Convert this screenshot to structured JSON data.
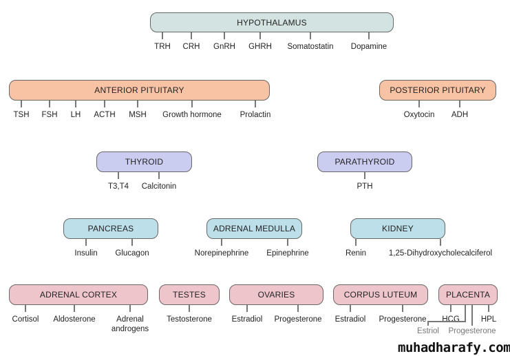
{
  "glands": [
    {
      "name": "HYPOTHALAMUS",
      "color": "#d3e3e1",
      "hormones": [
        "TRH",
        "CRH",
        "GnRH",
        "GHRH",
        "Somatostatin",
        "Dopamine"
      ]
    },
    {
      "name": "ANTERIOR PITUITARY",
      "color": "#f8c2a4",
      "hormones": [
        "TSH",
        "FSH",
        "LH",
        "ACTH",
        "MSH",
        "Growth hormone",
        "Prolactin"
      ]
    },
    {
      "name": "POSTERIOR PITUITARY",
      "color": "#f8c2a4",
      "hormones": [
        "Oxytocin",
        "ADH"
      ]
    },
    {
      "name": "THYROID",
      "color": "#cacdf0",
      "hormones": [
        "T3,T4",
        "Calcitonin"
      ]
    },
    {
      "name": "PARATHYROID",
      "color": "#cacdf0",
      "hormones": [
        "PTH"
      ]
    },
    {
      "name": "PANCREAS",
      "color": "#bcdfe9",
      "hormones": [
        "Insulin",
        "Glucagon"
      ]
    },
    {
      "name": "ADRENAL MEDULLA",
      "color": "#bcdfe9",
      "hormones": [
        "Norepinephrine",
        "Epinephrine"
      ]
    },
    {
      "name": "KIDNEY",
      "color": "#bcdfe9",
      "hormones": [
        "Renin",
        "1,25-Dihydroxycholecalciferol"
      ]
    },
    {
      "name": "ADRENAL CORTEX",
      "color": "#eec5cb",
      "hormones": [
        "Cortisol",
        "Aldosterone",
        "Adrenal androgens"
      ]
    },
    {
      "name": "TESTES",
      "color": "#eec5cb",
      "hormones": [
        "Testosterone"
      ]
    },
    {
      "name": "OVARIES",
      "color": "#eec5cb",
      "hormones": [
        "Estradiol",
        "Progesterone"
      ]
    },
    {
      "name": "CORPUS LUTEUM",
      "color": "#eec5cb",
      "hormones": [
        "Estradiol",
        "Progesterone"
      ]
    },
    {
      "name": "PLACENTA",
      "color": "#eec5cb",
      "hormones": [
        "HCG",
        "HPL",
        "Estriol",
        "Progesterone"
      ]
    }
  ],
  "watermark": "muhadharafy.com"
}
